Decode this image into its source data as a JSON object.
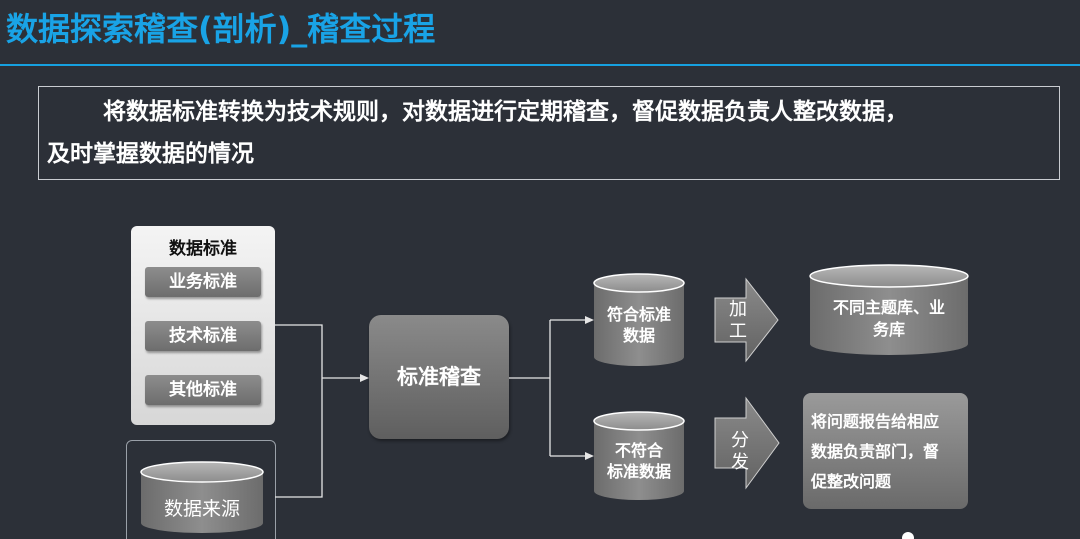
{
  "page": {
    "title": "数据探索稽查(剖析)_稽查过程"
  },
  "intro": {
    "line1": "将数据标准转换为技术规则，对数据进行定期稽查，督促数据负责人整改数据，",
    "line2": "及时掌握数据的情况"
  },
  "diagram": {
    "standards": {
      "title": "数据标准",
      "items": [
        "业务标准",
        "技术标准",
        "其他标准"
      ]
    },
    "source": "数据来源",
    "check": "标准稽查",
    "compliant": [
      "符合标准",
      "数据"
    ],
    "noncompliant": [
      "不符合",
      "标准数据"
    ],
    "process_arrow": [
      "加",
      "工"
    ],
    "distribute_arrow": [
      "分",
      "发"
    ],
    "target_db": [
      "不同主题库、业",
      "务库"
    ],
    "report": [
      "将问题报告给相应",
      "数据负责部门，督",
      "促整改问题"
    ]
  },
  "colors": {
    "background": "#2c3038",
    "title": "#19a3e6",
    "rule": "#16a0e0",
    "node_gray": "#7a7a7a",
    "connector": "#e6e6e6"
  }
}
